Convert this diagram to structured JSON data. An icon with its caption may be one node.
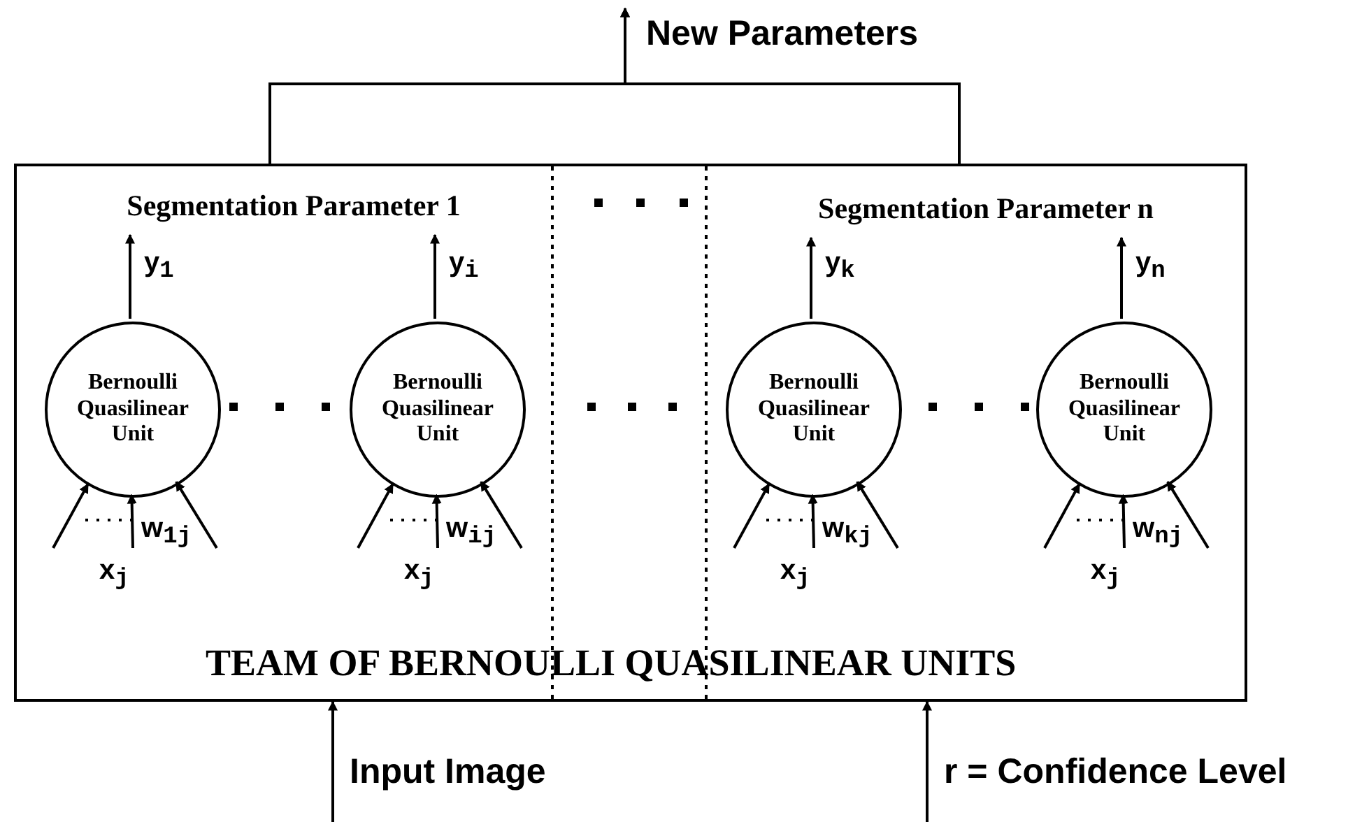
{
  "diagram": {
    "nodes": [
      {
        "text": [
          "TEAM OF BERNOULLI QUASILINEAR UNITS"
        ]
      },
      {
        "text": [
          "Segmentation Parameter 1"
        ],
        "in": 0
      },
      {
        "text": [
          "Segmentation Parameter n"
        ],
        "in": 0
      },
      {
        "text": [
          "Bernoulli Quasilinear Unit"
        ],
        "in": 0
      },
      {
        "text": [
          "Bernoulli Quasilinear Unit"
        ],
        "in": 0
      },
      {
        "text": [
          "Bernoulli Quasilinear Unit"
        ],
        "in": 0
      },
      {
        "text": [
          "Bernoulli Quasilinear Unit"
        ],
        "in": 0
      }
    ],
    "edges": [
      {
        "from": 0,
        "to": null,
        "arrow": "to",
        "label": "New Parameters"
      },
      {
        "from": 0,
        "to": null,
        "arrow": "to"
      },
      {
        "from": null,
        "to": 0,
        "arrow": "to",
        "label": "Input Image"
      },
      {
        "from": null,
        "to": 0,
        "arrow": "to",
        "label": "r = Confidence Level"
      },
      {
        "from": 3,
        "to": 1,
        "arrow": "to",
        "label": "y$_{1}$"
      },
      {
        "from": null,
        "to": 3,
        "arrow": "to"
      },
      {
        "from": null,
        "to": 3,
        "arrow": "to",
        "label": "w$_{1j}$"
      },
      {
        "from": null,
        "to": 3,
        "arrow": "to"
      },
      {
        "from": 4,
        "to": 1,
        "arrow": "to",
        "label": "y$_{i}$"
      },
      {
        "from": null,
        "to": 4,
        "arrow": "to"
      },
      {
        "from": null,
        "to": 4,
        "arrow": "to",
        "label": "w$_{ij}$"
      },
      {
        "from": null,
        "to": 4,
        "arrow": "to"
      },
      {
        "from": 5,
        "to": 2,
        "arrow": "to",
        "label": "y$_{k}$"
      },
      {
        "from": null,
        "to": 5,
        "arrow": "to"
      },
      {
        "from": null,
        "to": 5,
        "arrow": "to",
        "label": "w$_{kj}$"
      },
      {
        "from": null,
        "to": 5,
        "arrow": "to"
      },
      {
        "from": 6,
        "to": 2,
        "arrow": "to",
        "label": "y$_{n}$"
      },
      {
        "from": null,
        "to": 6,
        "arrow": "to"
      },
      {
        "from": null,
        "to": 6,
        "arrow": "to",
        "label": "w$_{nj}$"
      },
      {
        "from": null,
        "to": 6,
        "arrow": "to"
      }
    ],
    "labels": [
      "x$_{j}$",
      "x$_{j}$",
      "x$_{j}$",
      "x$_{j}$"
    ]
  }
}
